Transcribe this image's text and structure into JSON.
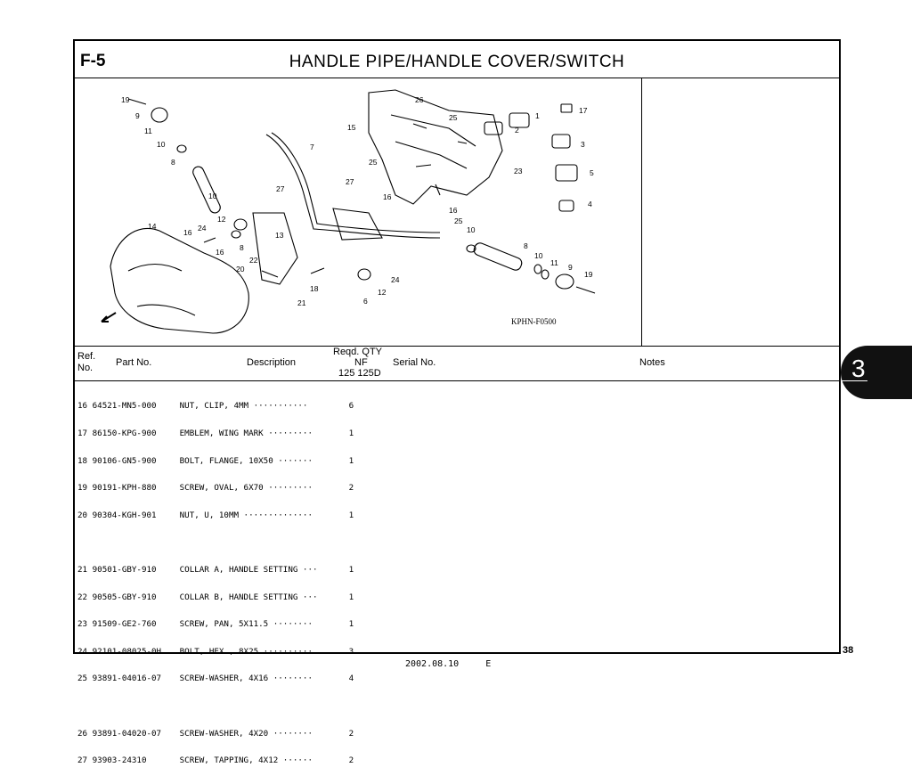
{
  "header": {
    "code": "F-5",
    "title": "HANDLE PIPE/HANDLE COVER/SWITCH"
  },
  "figure": {
    "ref_code": "KPHN-F0500",
    "callouts": [
      "1",
      "2",
      "3",
      "4",
      "5",
      "6",
      "7",
      "8",
      "9",
      "10",
      "11",
      "12",
      "13",
      "14",
      "15",
      "16",
      "17",
      "18",
      "19",
      "20",
      "21",
      "22",
      "23",
      "24",
      "25",
      "26",
      "27"
    ]
  },
  "columns": {
    "ref": "Ref.",
    "no": "No.",
    "part_no": "Part No.",
    "description": "Description",
    "reqd_qty": "Reqd. QTY",
    "nf": "NF",
    "variants": "125  125D",
    "serial": "Serial No.",
    "notes": "Notes"
  },
  "parts": [
    {
      "ref": "16",
      "part": "64521-MN5-000",
      "desc": "NUT, CLIP, 4MM ···········",
      "qty": "6"
    },
    {
      "ref": "17",
      "part": "86150-KPG-900",
      "desc": "EMBLEM, WING MARK ·········",
      "qty": "1"
    },
    {
      "ref": "18",
      "part": "90106-GN5-900",
      "desc": "BOLT, FLANGE, 10X50 ·······",
      "qty": "1"
    },
    {
      "ref": "19",
      "part": "90191-KPH-880",
      "desc": "SCREW, OVAL, 6X70 ·········",
      "qty": "2"
    },
    {
      "ref": "20",
      "part": "90304-KGH-901",
      "desc": "NUT, U, 10MM ··············",
      "qty": "1"
    },
    {
      "ref": "21",
      "part": "90501-GBY-910",
      "desc": "COLLAR A, HANDLE SETTING ···",
      "qty": "1"
    },
    {
      "ref": "22",
      "part": "90505-GBY-910",
      "desc": "COLLAR B, HANDLE SETTING ···",
      "qty": "1"
    },
    {
      "ref": "23",
      "part": "91509-GE2-760",
      "desc": "SCREW, PAN, 5X11.5 ········",
      "qty": "1"
    },
    {
      "ref": "24",
      "part": "92101-08025-0H",
      "desc": "BOLT, HEX., 8X25 ··········",
      "qty": "3"
    },
    {
      "ref": "25",
      "part": "93891-04016-07",
      "desc": "SCREW-WASHER, 4X16 ········",
      "qty": "4"
    },
    {
      "ref": "26",
      "part": "93891-04020-07",
      "desc": "SCREW-WASHER, 4X20 ········",
      "qty": "2"
    },
    {
      "ref": "27",
      "part": "93903-24310",
      "desc": "SCREW, TAPPING, 4X12 ······",
      "qty": "2"
    }
  ],
  "section_tab": "3",
  "page_number": "38",
  "footer": {
    "date": "2002.08.10",
    "mark": "E"
  }
}
